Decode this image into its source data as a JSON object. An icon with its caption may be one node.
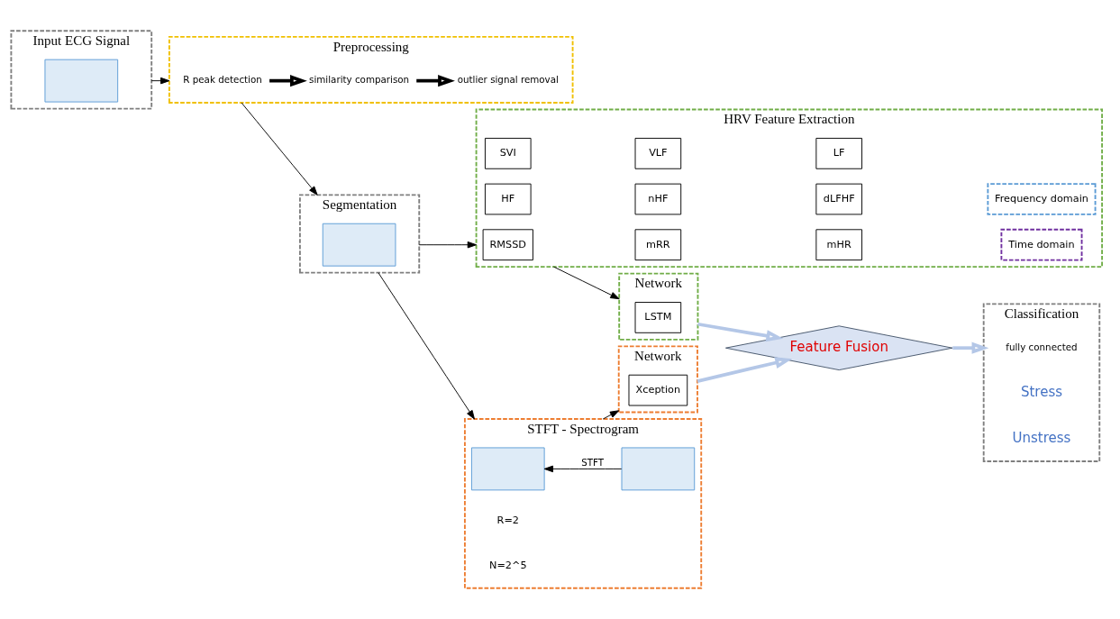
{
  "diagram": {
    "nodes": [
      {
        "text": [
          "Input ECG Signal"
        ]
      },
      {
        "text": [],
        "shape": "box",
        "in": 0
      },
      {
        "text": [
          "Preprocessing"
        ]
      },
      {
        "text": [
          "R peak detection"
        ],
        "in": 2
      },
      {
        "text": [
          "similarity comparison"
        ],
        "in": 2
      },
      {
        "text": [
          "outlier signal removal"
        ],
        "in": 2
      },
      {
        "text": [
          "Segmentation"
        ]
      },
      {
        "text": [],
        "shape": "box",
        "in": 6
      },
      {
        "text": [
          "Classification"
        ]
      },
      {
        "text": [
          "fully connected"
        ],
        "in": 8
      },
      {
        "text": [
          "Network"
        ]
      },
      {
        "text": [
          "LSTM"
        ],
        "in": 10
      },
      {
        "text": [
          "Feature Fusion"
        ]
      },
      {
        "text": [
          "HRV Feature Extraction"
        ]
      },
      {
        "text": [
          "RMSSD"
        ],
        "in": 13
      },
      {
        "text": [
          "mRR"
        ],
        "in": 13
      },
      {
        "text": [
          "mHR"
        ],
        "in": 13
      },
      {
        "text": [
          "Time domain"
        ],
        "in": 13
      },
      {
        "text": [
          "SVI"
        ],
        "in": 13
      },
      {
        "text": [
          "VLF"
        ],
        "in": 13
      },
      {
        "text": [
          "LF"
        ],
        "in": 13
      },
      {
        "text": [
          "HF"
        ],
        "in": 13
      },
      {
        "text": [
          "nHF"
        ],
        "in": 13
      },
      {
        "text": [
          "dLFHF"
        ],
        "in": 13
      },
      {
        "text": [
          "Frequency domain"
        ],
        "in": 13
      },
      {
        "text": [
          "Network"
        ]
      },
      {
        "text": [
          "Xception"
        ],
        "in": 25
      },
      {
        "text": [
          "STFT - Spectrogram"
        ]
      },
      {
        "text": [],
        "shape": "box",
        "in": 27
      },
      {
        "text": [],
        "shape": "box",
        "in": 27
      }
    ],
    "edges": [
      {
        "from": 0,
        "to": 2,
        "arrow": "to"
      },
      {
        "from": 3,
        "to": 4,
        "arrow": "to",
        "style": "thick"
      },
      {
        "from": 4,
        "to": 5,
        "arrow": "to",
        "style": "thick"
      },
      {
        "from": 2,
        "to": 6,
        "arrow": "to"
      },
      {
        "from": 6,
        "to": 13,
        "arrow": "to"
      },
      {
        "from": 6,
        "to": 27,
        "arrow": "to"
      },
      {
        "from": 13,
        "to": 10,
        "arrow": "to"
      },
      {
        "from": 27,
        "to": 25,
        "arrow": "to"
      },
      {
        "from": 29,
        "to": 28,
        "arrow": "to",
        "label": "STFT"
      },
      {
        "from": 10,
        "to": 12,
        "arrow": "to",
        "style": "thick",
        "color": "#b4c7e7"
      },
      {
        "from": 25,
        "to": 12,
        "arrow": "to",
        "style": "thick",
        "color": "#b4c7e7"
      },
      {
        "from": 12,
        "to": 8,
        "arrow": "to",
        "style": "thick",
        "color": "#b4c7e7"
      }
    ],
    "labels": [
      "Stress",
      "Unstress",
      "R=2",
      "N=2^5"
    ]
  }
}
